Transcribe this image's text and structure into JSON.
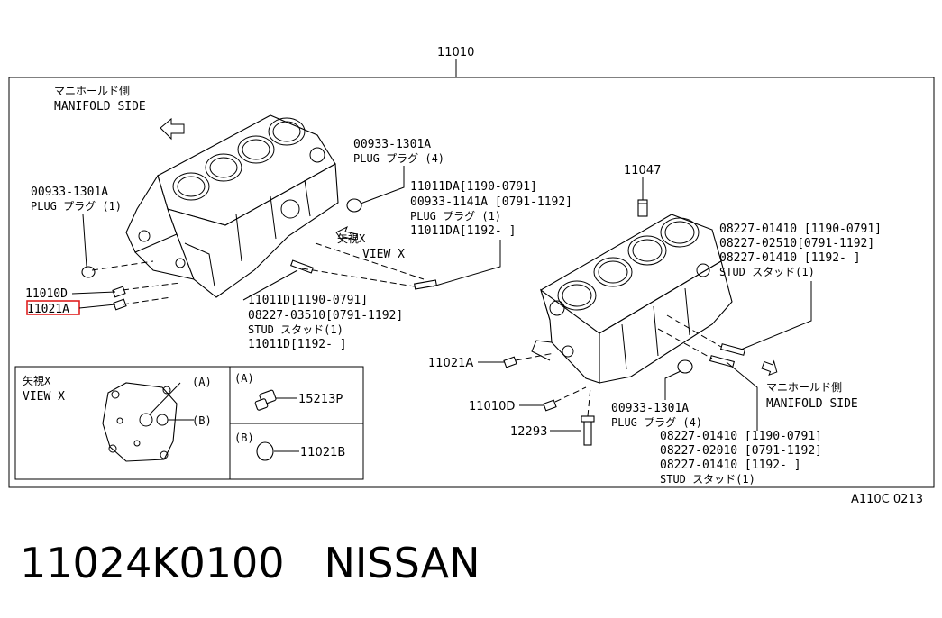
{
  "diagram": {
    "assembly_number": "11010",
    "reference_code": "A110C 0213",
    "view_label_tl_jp": "マニホールド側",
    "view_label_tl_en": "MANIFOLD SIDE",
    "view_x_jp": "矢視X",
    "view_x_en": "VIEW X",
    "inset_view_jp": "矢視X",
    "inset_view_en": "VIEW X",
    "inset_a": "(A)",
    "inset_b": "(B)",
    "box_a": "(A)",
    "box_b": "(B)",
    "part_15213p": "15213P",
    "part_11021b": "11021B",
    "view_label_r_jp": "マニホールド側",
    "view_label_r_en": "MANIFOLD SIDE",
    "callouts": {
      "plug_left_num": "00933-1301A",
      "plug_left_name": "PLUG プラグ (1)",
      "plug_top_num": "00933-1301A",
      "plug_top_name": "PLUG プラグ (4)",
      "mid_1": "11011DA[1190-0791]",
      "mid_2": "00933-1141A [0791-1192]",
      "mid_3": "PLUG プラグ (1)",
      "mid_4": "11011DA[1192-        ]",
      "left_11010d": "11010D",
      "left_11021a": "11021A",
      "stud_1": "11011D[1190-0791]",
      "stud_2": "08227-03510[0791-1192]",
      "stud_3": "STUD スタッド(1)",
      "stud_4": "11011D[1192-      ]",
      "r_11047": "11047",
      "r_stud_1": "08227-01410 [1190-0791]",
      "r_stud_2": "08227-02510[0791-1192]",
      "r_stud_3": "08227-01410 [1192-        ]",
      "r_stud_4": "STUD スタッド(1)",
      "r_11021a": "11021A",
      "r_11010d": "11010D",
      "r_12293": "12293",
      "r_plug_num": "00933-1301A",
      "r_plug_name": "PLUG プラグ (4)",
      "r_bot_1": "08227-01410 [1190-0791]",
      "r_bot_2": "08227-02010 [0791-1192]",
      "r_bot_3": "08227-01410 [1192-        ]",
      "r_bot_4": "STUD スタッド(1)"
    },
    "highlight_color": "#e02020"
  },
  "footer": {
    "part_number": "11024K0100",
    "brand": "NISSAN"
  }
}
